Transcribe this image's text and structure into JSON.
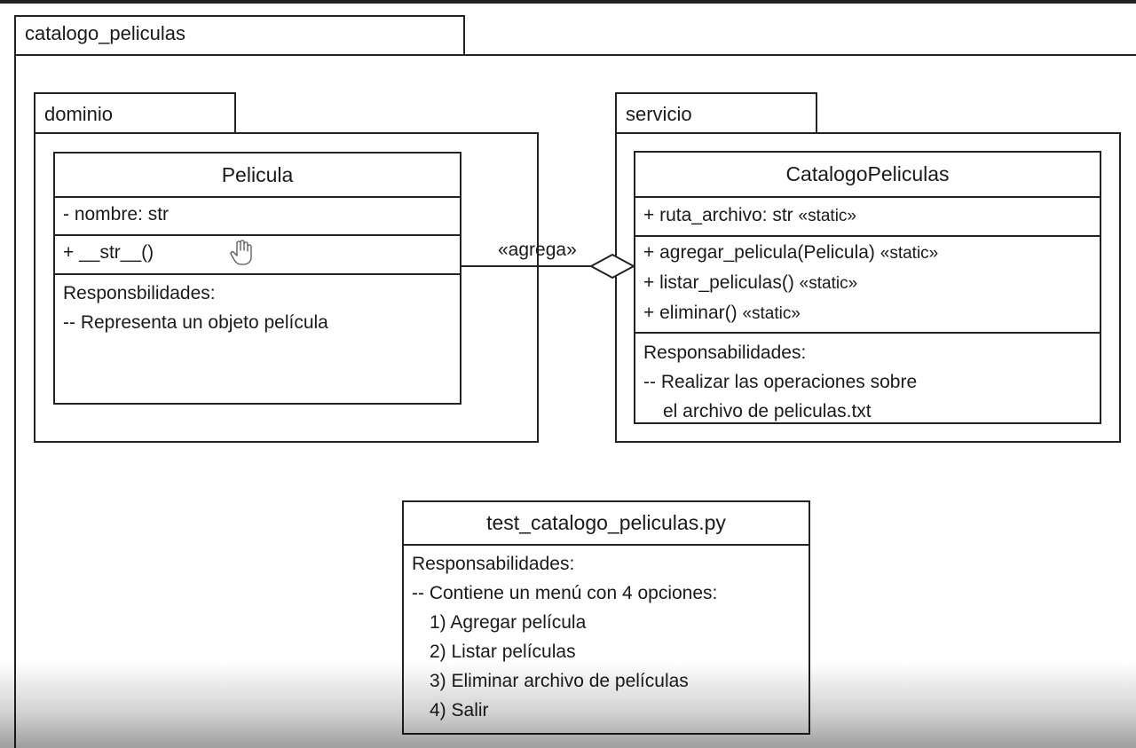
{
  "packages": {
    "outer": {
      "name": "catalogo_peliculas"
    },
    "dominio": {
      "name": "dominio"
    },
    "servicio": {
      "name": "servicio"
    }
  },
  "pelicula": {
    "name": "Pelicula",
    "attributes": [
      "- nombre: str"
    ],
    "methods": [
      "+ __str__()"
    ],
    "notes": [
      "Responsbilidades:",
      "-- Representa un objeto película"
    ]
  },
  "catalogo": {
    "name": "CatalogoPeliculas",
    "attributes": [
      {
        "text": "+ ruta_archivo: str ",
        "stereo": "«static»"
      }
    ],
    "methods": [
      {
        "text": "+ agregar_pelicula(Pelicula) ",
        "stereo": "«static»"
      },
      {
        "text": "+ listar_peliculas() ",
        "stereo": "«static»"
      },
      {
        "text": "+ eliminar() ",
        "stereo": "«static»"
      }
    ],
    "notes": [
      "Responsabilidades:",
      "-- Realizar las operaciones sobre",
      "el archivo de peliculas.txt"
    ]
  },
  "relation": {
    "label": "«agrega»",
    "type": "aggregation"
  },
  "test": {
    "name": "test_catalogo_peliculas.py",
    "notes": [
      "Responsabilidades:",
      "-- Contiene un menú con 4 opciones:",
      "1) Agregar película",
      "2) Listar películas",
      "3) Eliminar archivo de películas",
      "4) Salir"
    ]
  },
  "icons": {
    "cursor": "hand-pointer-icon"
  }
}
